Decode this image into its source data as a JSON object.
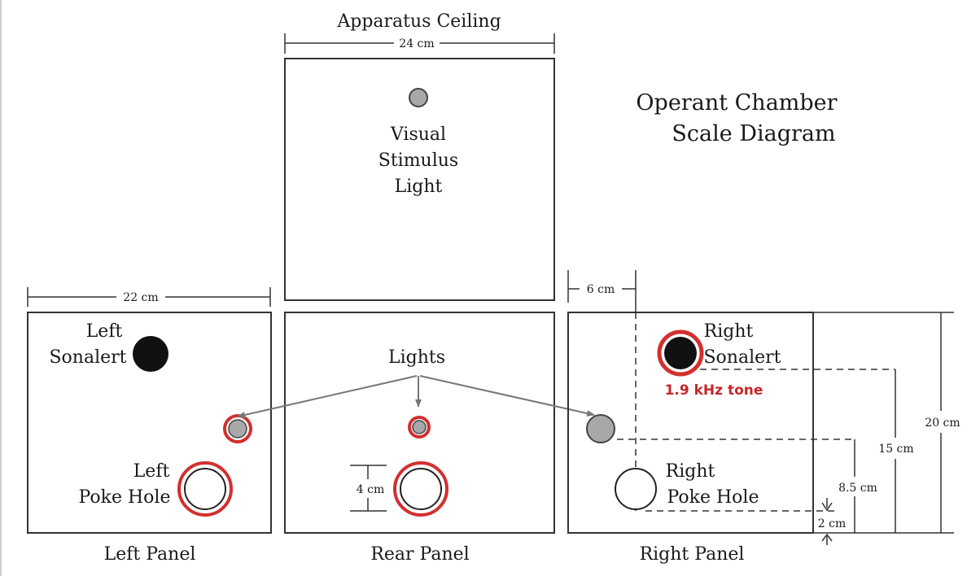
{
  "title": {
    "line1": "Operant Chamber",
    "line2": "Scale Diagram"
  },
  "ceiling": {
    "label": "Apparatus Ceiling",
    "width_dim": "24 cm",
    "stimulus": {
      "line1": "Visual",
      "line2": "Stimulus",
      "line3": "Light"
    }
  },
  "left_panel": {
    "label": "Left Panel",
    "width_dim": "22 cm",
    "sonalert": {
      "line1": "Left",
      "line2": "Sonalert"
    },
    "poke_hole": {
      "line1": "Left",
      "line2": "Poke Hole"
    }
  },
  "rear_panel": {
    "label": "Rear Panel",
    "lights_label": "Lights",
    "hole_dim": "4 cm"
  },
  "right_panel": {
    "label": "Right Panel",
    "offset_dim": "6 cm",
    "sonalert": {
      "line1": "Right",
      "line2": "Sonalert"
    },
    "tone": "1.9 kHz tone",
    "poke_hole": {
      "line1": "Right",
      "line2": "Poke Hole"
    },
    "dims": {
      "height": "20 cm",
      "sonalert_height": "15 cm",
      "light_height": "8.5 cm",
      "hole_height": "2 cm"
    }
  },
  "colors": {
    "highlight": "#d32f2f",
    "light_fill": "#a8a8a8",
    "sonalert_fill": "#111111",
    "line": "#333333"
  }
}
